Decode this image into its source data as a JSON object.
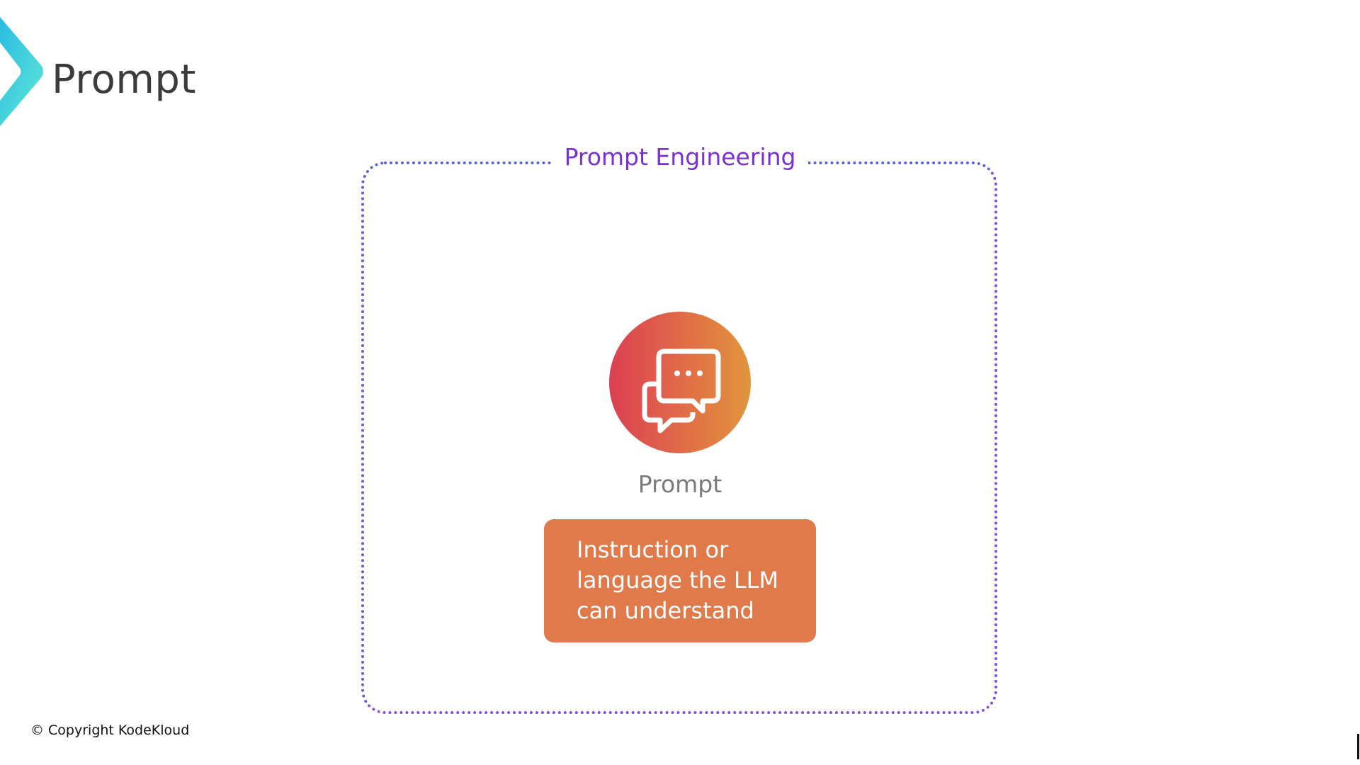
{
  "header": {
    "title": "Prompt"
  },
  "diagram": {
    "frame_title": "Prompt Engineering",
    "node_label": "Prompt",
    "node_icon": "chat-bubbles-icon",
    "description_lines": [
      "Instruction or",
      "language the LLM",
      "can understand"
    ]
  },
  "footer": {
    "copyright": "© Copyright KodeKloud"
  },
  "colors": {
    "accent": "#7a2fd8",
    "box": "#e07a4a",
    "gradient_start": "#dc3f52",
    "gradient_end": "#e2953e"
  }
}
